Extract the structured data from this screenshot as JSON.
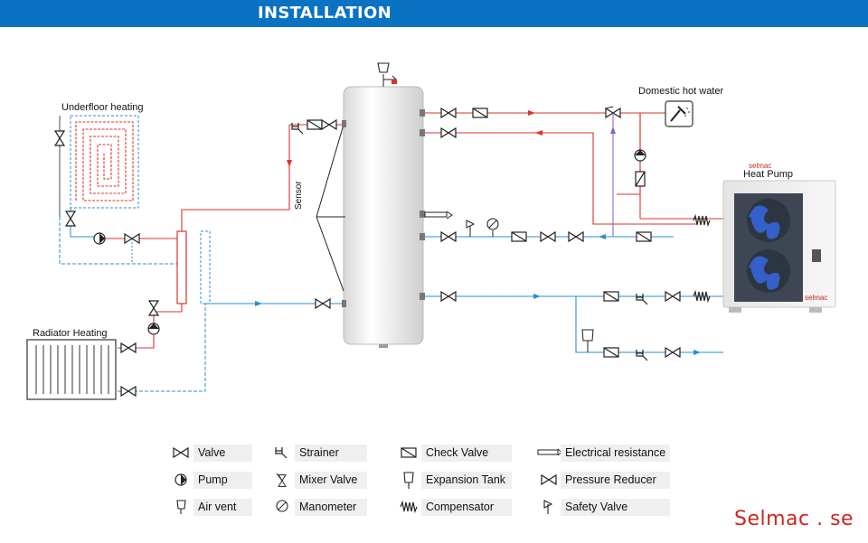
{
  "header": {
    "title": "INSTALLATION"
  },
  "labels": {
    "underfloor": "Underfloor heating",
    "radiator": "Radiator Heating",
    "sensor": "Sensor",
    "dhw": "Domestic hot water",
    "heat_pump": "Heat Pump",
    "hp_brand_top": "selmac",
    "hp_brand_bottom": "selmac"
  },
  "legend": {
    "valve": "Valve",
    "pump": "Pump",
    "air_vent": "Air vent",
    "strainer": "Strainer",
    "mixer_valve": "Mixer Valve",
    "manometer": "Manometer",
    "check_valve": "Check Valve",
    "expansion_tank": "Expansion Tank",
    "compensator": "Compensator",
    "electrical_resistance": "Electrical resistance",
    "pressure_reducer": "Pressure Reducer",
    "safety_valve": "Safety Valve"
  },
  "brand": "Selmac . se",
  "colors": {
    "banner": "#0a72c2",
    "hot_pipe": "#d9342b",
    "cold_pipe": "#2a8fd0",
    "brand": "#c8281e"
  }
}
